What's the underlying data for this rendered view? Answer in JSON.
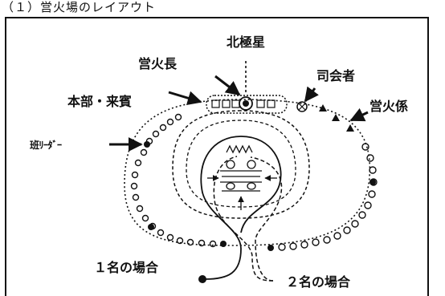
{
  "heading": "（１）営火場のレイアウト",
  "labels": {
    "polaris": "北極星",
    "fire_chief": "営火長",
    "mc": "司会者",
    "hq_guests": "本部・来賓",
    "fire_crew": "営火係",
    "group_leader": "班ﾘｰﾀﾞｰ",
    "one_person": "１名の場合",
    "two_persons": "２名の場合"
  }
}
